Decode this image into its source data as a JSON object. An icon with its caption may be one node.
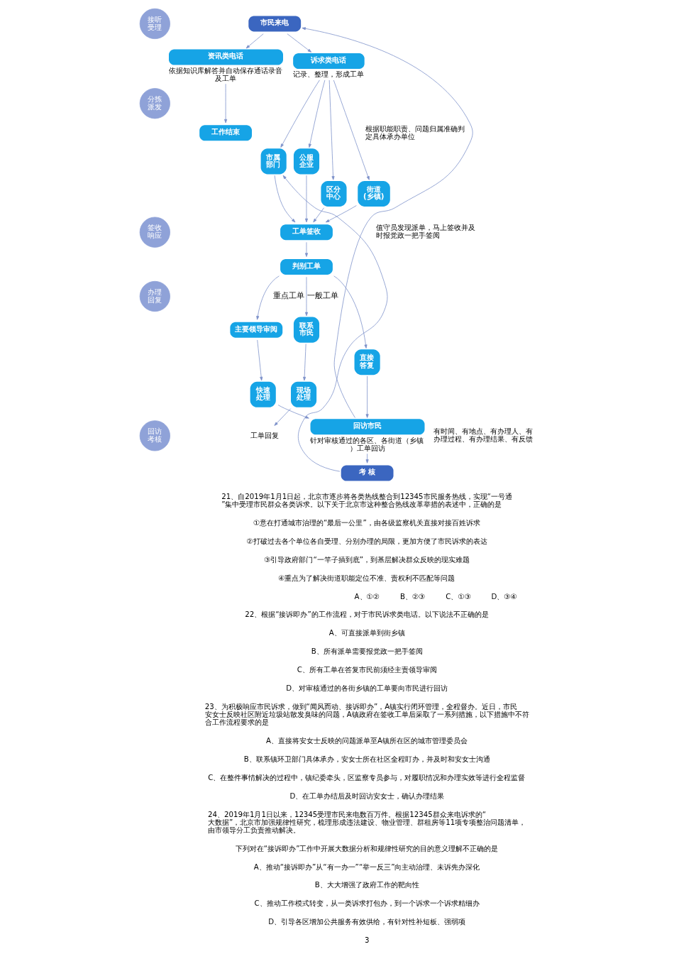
{
  "diagram": {
    "nodes": [
      {
        "text": [
          "接听受理"
        ]
      },
      {
        "text": [
          "分拣派发"
        ]
      },
      {
        "text": [
          "签收响应"
        ]
      },
      {
        "text": [
          "办理回复"
        ]
      },
      {
        "text": [
          "回访考核"
        ]
      },
      {
        "text": [
          "市民来电"
        ]
      },
      {
        "text": [
          "资讯类电话"
        ],
        "beside": [
          "依据知识库解答并自动保存通话录音及工单"
        ]
      },
      {
        "text": [
          "诉求类电话"
        ],
        "beside": [
          "记录、整理，形成工单"
        ]
      },
      {
        "text": [
          "工作结束"
        ]
      },
      {
        "text": [
          "市属部门"
        ]
      },
      {
        "text": [
          "公服企业"
        ]
      },
      {
        "text": [
          "区分中心"
        ]
      },
      {
        "text": [
          "街道(乡镇)"
        ]
      },
      {
        "text": [
          "工单签收"
        ]
      },
      {
        "text": [
          "判别工单"
        ]
      },
      {
        "text": [
          "主要领导审阅"
        ]
      },
      {
        "text": [
          "快速处理"
        ]
      },
      {
        "text": [
          "现场处理"
        ]
      },
      {
        "text": [
          "联系市民"
        ]
      },
      {
        "text": [
          "直接答复"
        ]
      },
      {
        "text": [
          "工单回复"
        ]
      },
      {
        "text": [
          "回访市民"
        ],
        "beside": [
          "针对审核通过的各区、各街道（乡镇）工单回访"
        ]
      },
      {
        "text": [
          "考 核"
        ]
      }
    ],
    "edges": [
      {
        "from": 5,
        "to": 6,
        "arrow": "to"
      },
      {
        "from": 5,
        "to": 7,
        "arrow": "to"
      },
      {
        "from": 6,
        "to": 8,
        "arrow": "to"
      },
      {
        "from": 7,
        "to": 9,
        "arrow": "to"
      },
      {
        "from": 7,
        "to": 10,
        "arrow": "to"
      },
      {
        "from": 7,
        "to": 11,
        "arrow": "to"
      },
      {
        "from": 7,
        "to": 12,
        "arrow": "to"
      },
      {
        "from": 9,
        "to": 13,
        "arrow": "to"
      },
      {
        "from": 10,
        "to": 13,
        "arrow": "to"
      },
      {
        "from": 11,
        "to": 13,
        "arrow": "to"
      },
      {
        "from": 12,
        "to": 13,
        "arrow": "to"
      },
      {
        "from": 13,
        "to": 14,
        "arrow": "to"
      },
      {
        "from": 14,
        "to": 15,
        "arrow": "to",
        "label": "重点工单"
      },
      {
        "from": 14,
        "to": 18,
        "arrow": "to",
        "label": "一般工单"
      },
      {
        "from": 14,
        "to": 19,
        "arrow": "to"
      },
      {
        "from": 15,
        "to": 16,
        "arrow": "to"
      },
      {
        "from": 18,
        "to": 17,
        "arrow": "to"
      },
      {
        "from": 17,
        "to": 20,
        "arrow": "to"
      },
      {
        "from": 16,
        "to": 21,
        "arrow": "to"
      },
      {
        "from": 19,
        "to": 21,
        "arrow": "to"
      },
      {
        "from": 21,
        "to": 5,
        "arrow": "to"
      },
      {
        "from": 21,
        "to": 22,
        "arrow": "to"
      },
      {
        "from": 22,
        "to": 9,
        "arrow": "to"
      }
    ],
    "labels": [
      "根据职能职责、问题归属准确判定具体承办单位",
      "值守员发现派单，马上签收并及时报党政一把手签阅",
      "有时间、有地点、有办理人、有办理过程、有办理结果、有反馈",
      "21、自2019年1月1日起，北京市逐步将各类热线整合到12345市民服务热线，实现“一号通”集中受理市民群众各类诉求。以下关于北京市这种整合热线改革举措的表述中，正确的是",
      "①意在打通城市治理的“最后一公里”，由各级监察机关直接对接百姓诉求",
      "②打破过去各个单位各自受理、分别办理的局限，更加方便了市民诉求的表达",
      "③引导政府部门“一竿子插到底”，到基层解决群众反映的现实难题",
      "④重点为了解决街道职能定位不准、责权利不匹配等问题",
      "A、①②",
      "B、②③",
      "C、①③",
      "D、③④",
      "22、根据“接诉即办”的工作流程，对于市民诉求类电话。以下说法不正确的是",
      "A、可直接派单到街乡镇",
      "B、所有派单需要报党政一把手签阅",
      "C、所有工单在答复市民前须经主责领导审阅",
      "D、对审核通过的各街乡镇的工单要向市民进行回访",
      "23、为积极响应市民诉求，做到“闻风而动、接诉即办”，A镇实行闭环管理，全程督办。近日，市民安女士反映社区附近垃圾站散发臭味的问题，A镇政府在签收工单后采取了一系列措施，以下措施中不符合工作流程要求的是",
      "A、直接将安女士反映的问题派单至A镇所在区的城市管理委员会",
      "B、联系镇环卫部门具体承办，安女士所在社区全程盯办，并及时和安女士沟通",
      "C、在整件事情解决的过程中，镇纪委牵头，区监察专员参与，对履职情况和办理实效等进行全程监督",
      "D、在工单办结后及时回访安女士，确认办理结果",
      "24、2019年1月1日以来，12345受理市民来电数百万件。根据12345群众来电诉求的“大数据”，北京市加强规律性研究，梳理形成违法建设、物业管理、群租房等11项专项整治问题清单，由市领导分工负责推动解决。",
      "下列对在“接诉即办”工作中开展大数据分析和规律性研究的目的意义理解不正确的是",
      "A、推动“接诉即办”从“有一办一”“举一反三”向主动治理、未诉先办深化",
      "B、大大增强了政府工作的靶向性",
      "C、推动工作模式转变，从一类诉求打包办，到一个诉求一个诉求精细办",
      "D、引导各区增加公共服务有效供给，有针对性补短板、强弱项",
      "3"
    ]
  }
}
